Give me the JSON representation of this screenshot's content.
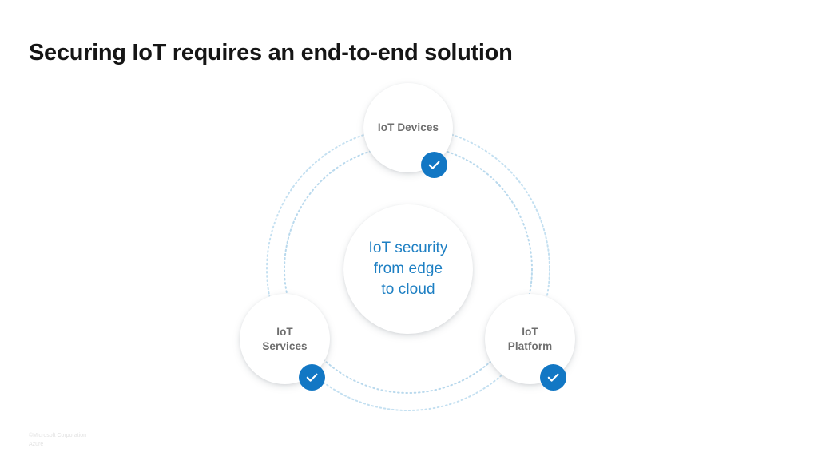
{
  "slide": {
    "title": "Securing IoT requires an end-to-end solution",
    "background_color": "#ffffff",
    "accent_color": "#1277c4",
    "label_color": "#6e6e6e",
    "arc_color": "#bcdcef"
  },
  "diagram": {
    "type": "concentric-ring",
    "center": {
      "name": "center-hub",
      "line1": "IoT security",
      "line2": "from edge",
      "line3": "to cloud",
      "text_color": "#1d7fc3"
    },
    "nodes": [
      {
        "id": "iot-devices",
        "line1": "IoT Devices",
        "line2": "",
        "badge": "check",
        "position": "top"
      },
      {
        "id": "iot-services",
        "line1": "IoT",
        "line2": "Services",
        "badge": "check",
        "position": "bottom-left"
      },
      {
        "id": "iot-platform",
        "line1": "IoT",
        "line2": "Platform",
        "badge": "check",
        "position": "bottom-right"
      }
    ]
  },
  "footer": {
    "line1": "©Microsoft Corporation",
    "line2": "Azure"
  }
}
